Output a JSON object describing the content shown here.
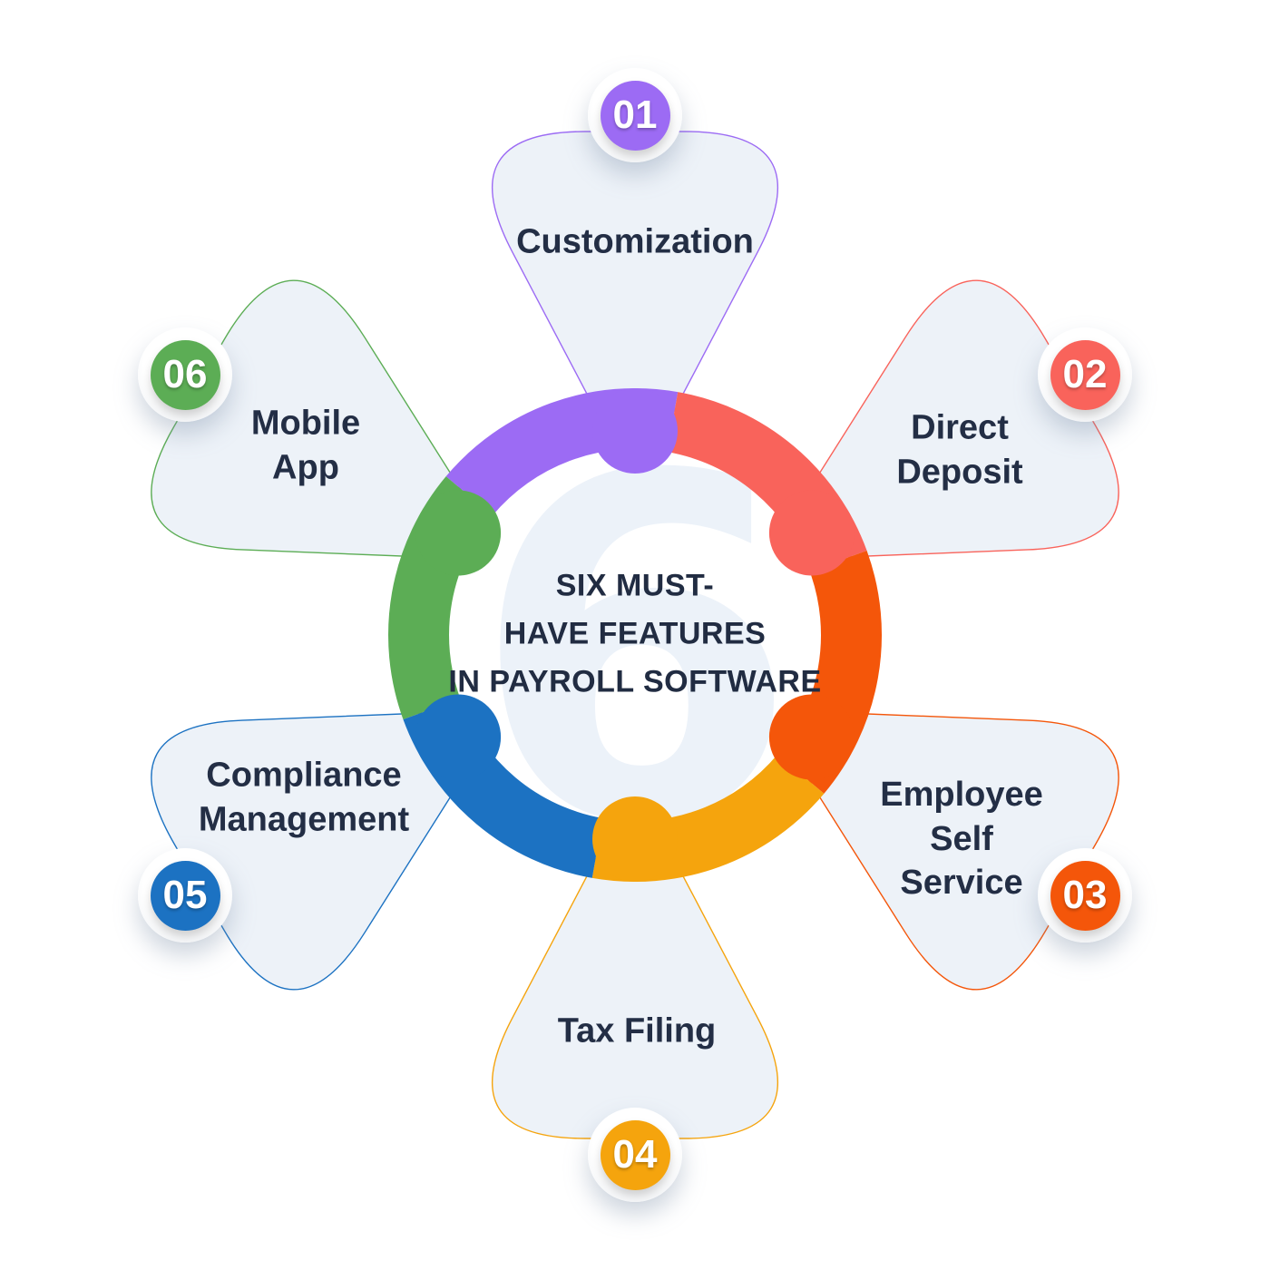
{
  "title": {
    "line1": "SIX MUST-",
    "line2": "HAVE FEATURES",
    "line3": "IN PAYROLL SOFTWARE"
  },
  "watermark": "6",
  "items": [
    {
      "number": "01",
      "label": "Customization",
      "color": "#9c6bf4",
      "color_name": "purple"
    },
    {
      "number": "02",
      "label": "Direct\nDeposit",
      "color": "#f9635b",
      "color_name": "coral"
    },
    {
      "number": "03",
      "label": "Employee\nSelf\nService",
      "color": "#f4560a",
      "color_name": "orange"
    },
    {
      "number": "04",
      "label": "Tax Filing",
      "color": "#f5a40d",
      "color_name": "amber"
    },
    {
      "number": "05",
      "label": "Compliance\nManagement",
      "color": "#1c72c2",
      "color_name": "blue"
    },
    {
      "number": "06",
      "label": "Mobile\nApp",
      "color": "#5cad55",
      "color_name": "green"
    }
  ],
  "colors": {
    "petal_fill": "#edf2f8",
    "inner_disc": "#ffffff",
    "watermark": "#ecf2f9",
    "text": "#232e45",
    "background": "#ffffff"
  }
}
